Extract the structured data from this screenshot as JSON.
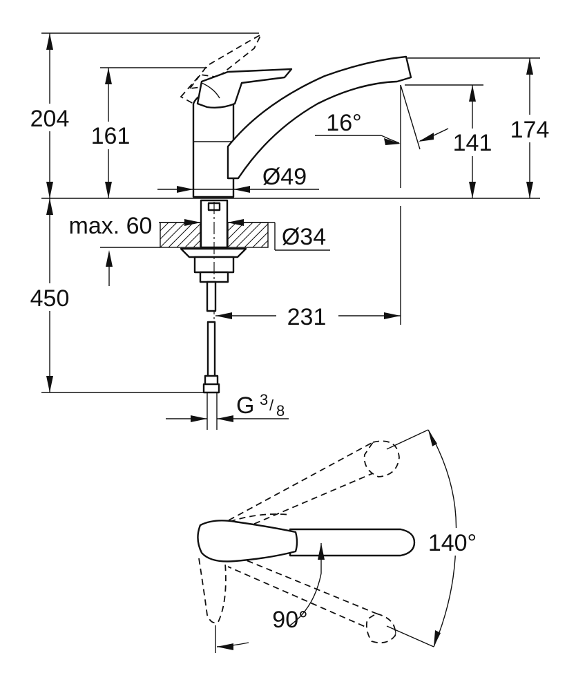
{
  "dimensions": {
    "total_height": "204",
    "handle_height": "161",
    "spout_height": "174",
    "outlet_height": "141",
    "spout_angle": "16°",
    "base_diameter": "Ø49",
    "deck_thickness": "max. 60",
    "hole_diameter": "Ø34",
    "hose_length": "450",
    "spout_reach": "231",
    "connection_thread": "G",
    "thread_fraction_num": "3",
    "thread_fraction_den": "8"
  },
  "rotation": {
    "spout_swivel": "140°",
    "handle_swing": "90°"
  }
}
